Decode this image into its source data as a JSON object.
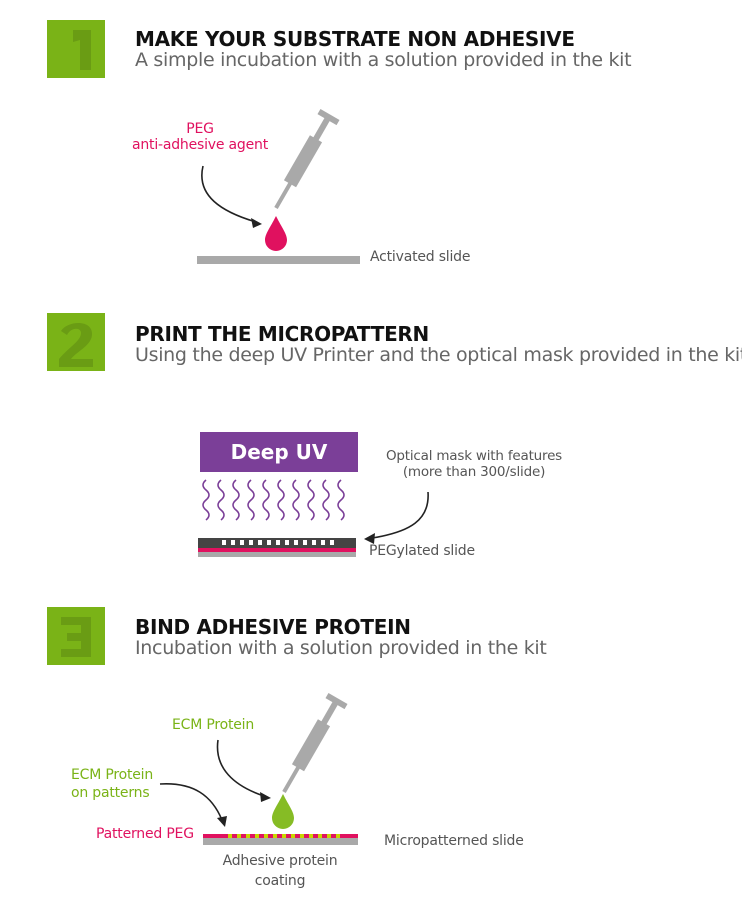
{
  "colors": {
    "step_green": "#7ab317",
    "accent_pink": "#e0115f",
    "accent_green": "#86bc25",
    "uv_purple": "#7b3f98",
    "slide_grey": "#a9a9a9",
    "text_dark": "#111111",
    "text_grey": "#555555"
  },
  "step1": {
    "number": "1",
    "title": "MAKE YOUR SUBSTRATE NON ADHESIVE",
    "subtitle": "A simple incubation with a solution provided in the kit",
    "agent_line1": "PEG",
    "agent_line2": "anti-adhesive agent",
    "slide_label": "Activated slide"
  },
  "step2": {
    "number": "2",
    "title": "PRINT THE MICROPATTERN",
    "subtitle": "Using the deep UV Printer and the optical mask provided in the kit",
    "uv_label": "Deep UV",
    "mask_line1": "Optical mask with features",
    "mask_line2": "(more than 300/slide)",
    "slide_label": "PEGylated slide"
  },
  "step3": {
    "number": "3",
    "title": "BIND ADHESIVE PROTEIN",
    "subtitle": "Incubation with a solution provided in the kit",
    "ecm_label": "ECM Protein",
    "ecm_patterns_line1": "ECM Protein",
    "ecm_patterns_line2": "on patterns",
    "patterned_peg": "Patterned PEG",
    "slide_label": "Micropatterned slide",
    "coating_line1": "Adhesive protein",
    "coating_line2": "coating"
  }
}
